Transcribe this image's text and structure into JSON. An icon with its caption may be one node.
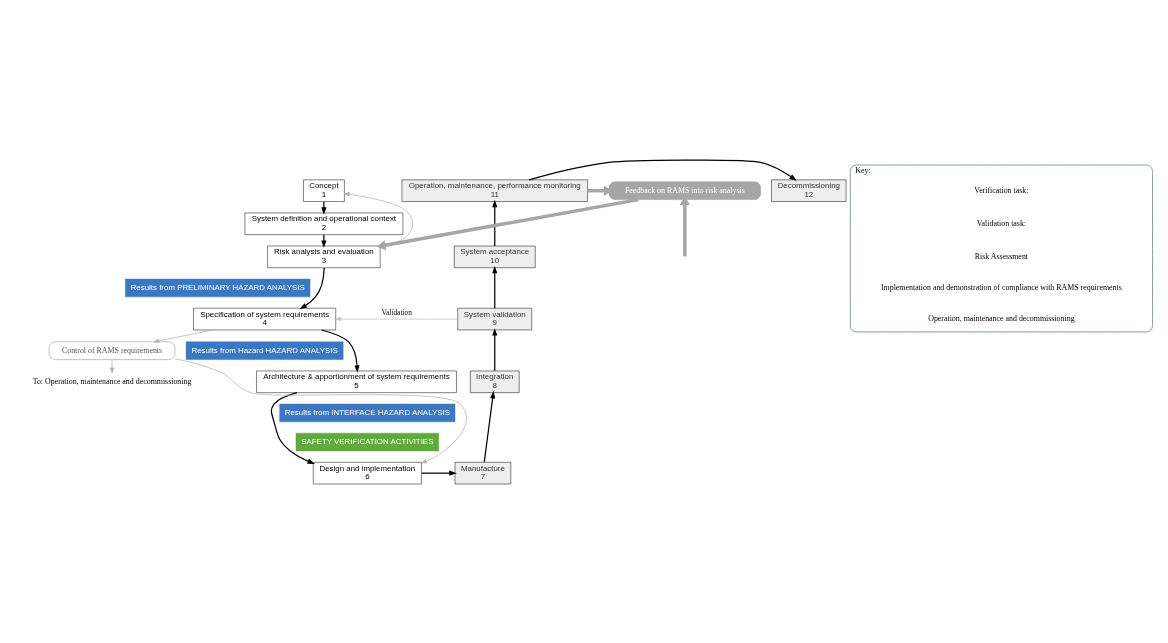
{
  "diagram": {
    "nodes": [
      {
        "text": [
          "Concept",
          "1"
        ]
      },
      {
        "text": [
          "System definition and operational context",
          "2"
        ]
      },
      {
        "text": [
          "Risk analysis and evaluation",
          "3"
        ]
      },
      {
        "text": [
          "Specification of system requirements",
          "4"
        ]
      },
      {
        "text": [
          "Architecture & apportionment of system requirements",
          "5"
        ]
      },
      {
        "text": [
          "Design and implementation",
          "6"
        ]
      },
      {
        "text": [
          "Manufacture",
          "7"
        ]
      },
      {
        "text": [
          "Integration",
          "8"
        ]
      },
      {
        "text": [
          "System validation",
          "9"
        ]
      },
      {
        "text": [
          "System acceptance",
          "10"
        ]
      },
      {
        "text": [
          "Operation, maintenance, performance monitoring",
          "11"
        ]
      },
      {
        "text": [
          "Decommissioning",
          "12"
        ]
      },
      {
        "text": [
          "Feedback on RAMS into risk analysis"
        ]
      },
      {
        "text": [
          "Control of RAMS requirements"
        ]
      },
      {
        "text": [
          "To: Operation, maintenance and decommissioning"
        ]
      },
      {
        "text": [
          "Results from PRELIMINARY HAZARD ANALYSIS"
        ]
      },
      {
        "text": [
          "Results from Hazard HAZARD ANALYSIS"
        ]
      },
      {
        "text": [
          "Results from INTERFACE HAZARD ANALYSIS"
        ]
      },
      {
        "text": [
          "SAFETY VERIFICATION ACTIVITIES"
        ]
      },
      {
        "text": [
          "Key:"
        ]
      }
    ],
    "edges": [
      {
        "from": 0,
        "to": 1,
        "arrow": "to"
      },
      {
        "from": 1,
        "to": 2,
        "arrow": "to"
      },
      {
        "from": 2,
        "to": 3,
        "arrow": "to"
      },
      {
        "from": 3,
        "to": 4,
        "arrow": "to"
      },
      {
        "from": 4,
        "to": 5,
        "arrow": "to"
      },
      {
        "from": 5,
        "to": 6,
        "arrow": "to"
      },
      {
        "from": 6,
        "to": 7,
        "arrow": "to"
      },
      {
        "from": 7,
        "to": 8,
        "arrow": "to"
      },
      {
        "from": 8,
        "to": 9,
        "arrow": "to"
      },
      {
        "from": 9,
        "to": 10,
        "arrow": "to"
      },
      {
        "from": 10,
        "to": 11,
        "arrow": "to"
      },
      {
        "from": 8,
        "to": 3,
        "arrow": "to",
        "label": "Validation",
        "color": "#c0c0c0"
      },
      {
        "from": null,
        "to": 12,
        "arrow": "to",
        "style": "thick",
        "color": "#a6a6a6"
      },
      {
        "from": 10,
        "to": 12,
        "arrow": "to",
        "style": "thick",
        "color": "#a6a6a6"
      },
      {
        "from": 12,
        "to": 2,
        "arrow": "to",
        "style": "thick",
        "color": "#a6a6a6"
      },
      {
        "from": 2,
        "to": 0,
        "arrow": "to",
        "color": "#b0b0b0"
      },
      {
        "from": 3,
        "to": 13,
        "arrow": "to",
        "color": "#b0b0b0"
      },
      {
        "from": 13,
        "to": 5,
        "arrow": "to",
        "color": "#b0b0b0"
      },
      {
        "from": 13,
        "to": 14,
        "arrow": "to",
        "color": "#b0b0b0"
      }
    ],
    "legend": [
      {
        "text": "Verification task:"
      },
      {
        "text": "Validation task:"
      },
      {
        "text": "Risk Assessment"
      },
      {
        "text": "Implementation and demonstration of compliance with RAMS requirements"
      },
      {
        "text": "Operation, maintenance and decommissioning"
      }
    ]
  }
}
